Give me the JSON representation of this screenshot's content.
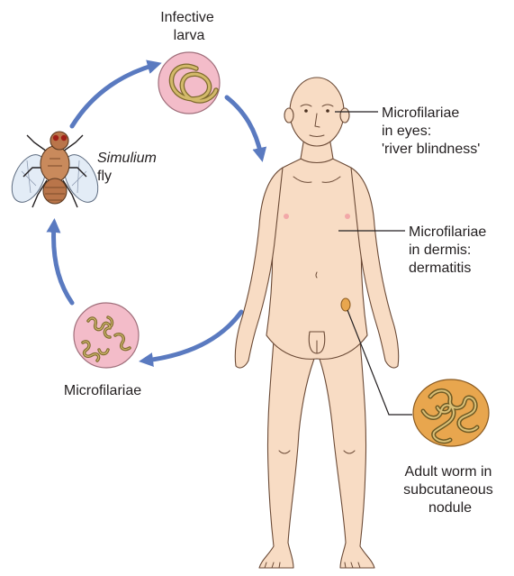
{
  "labels": {
    "infective_larva": [
      "Infective",
      "larva"
    ],
    "simulium": "Simulium",
    "fly": "fly",
    "microfilariae_bottom": "Microfilariae",
    "eyes": [
      "Microfilariae",
      "in eyes:",
      "'river blindness'"
    ],
    "dermis": [
      "Microfilariae",
      "in dermis:",
      "dermatitis"
    ],
    "adult_worm": [
      "Adult worm in",
      "subcutaneous",
      "nodule"
    ]
  },
  "colors": {
    "arrow": "#5a7ac0",
    "circle_fill": "#f3bcc9",
    "skin": "#f8dcc4",
    "nodule": "#e8a64e",
    "worm": "#7d6a2c"
  },
  "icons": [
    "fly-icon",
    "larva-circle-icon",
    "microfilariae-circle-icon",
    "adult-worm-nodule-icon",
    "human-figure-icon"
  ]
}
